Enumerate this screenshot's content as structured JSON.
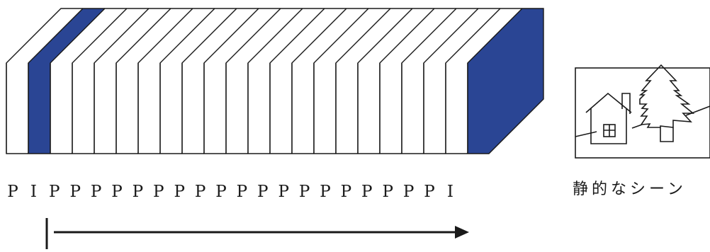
{
  "frames": [
    {
      "type": "P",
      "filled": false
    },
    {
      "type": "I",
      "filled": true
    },
    {
      "type": "P",
      "filled": false
    },
    {
      "type": "P",
      "filled": false
    },
    {
      "type": "P",
      "filled": false
    },
    {
      "type": "P",
      "filled": false
    },
    {
      "type": "P",
      "filled": false
    },
    {
      "type": "P",
      "filled": false
    },
    {
      "type": "P",
      "filled": false
    },
    {
      "type": "P",
      "filled": false
    },
    {
      "type": "P",
      "filled": false
    },
    {
      "type": "P",
      "filled": false
    },
    {
      "type": "P",
      "filled": false
    },
    {
      "type": "P",
      "filled": false
    },
    {
      "type": "P",
      "filled": false
    },
    {
      "type": "P",
      "filled": false
    },
    {
      "type": "P",
      "filled": false
    },
    {
      "type": "P",
      "filled": false
    },
    {
      "type": "P",
      "filled": false
    },
    {
      "type": "P",
      "filled": false
    },
    {
      "type": "P",
      "filled": false
    },
    {
      "type": "I",
      "filled": true
    }
  ],
  "scene": {
    "caption": "静的なシーン",
    "icons": [
      "house-icon",
      "tree-icon",
      "hill-line"
    ]
  },
  "timeline": {
    "icon": "arrow-right-icon"
  },
  "colors": {
    "i_frame": "#2a4594",
    "stroke": "#1a1a1a",
    "background": "#ffffff"
  }
}
